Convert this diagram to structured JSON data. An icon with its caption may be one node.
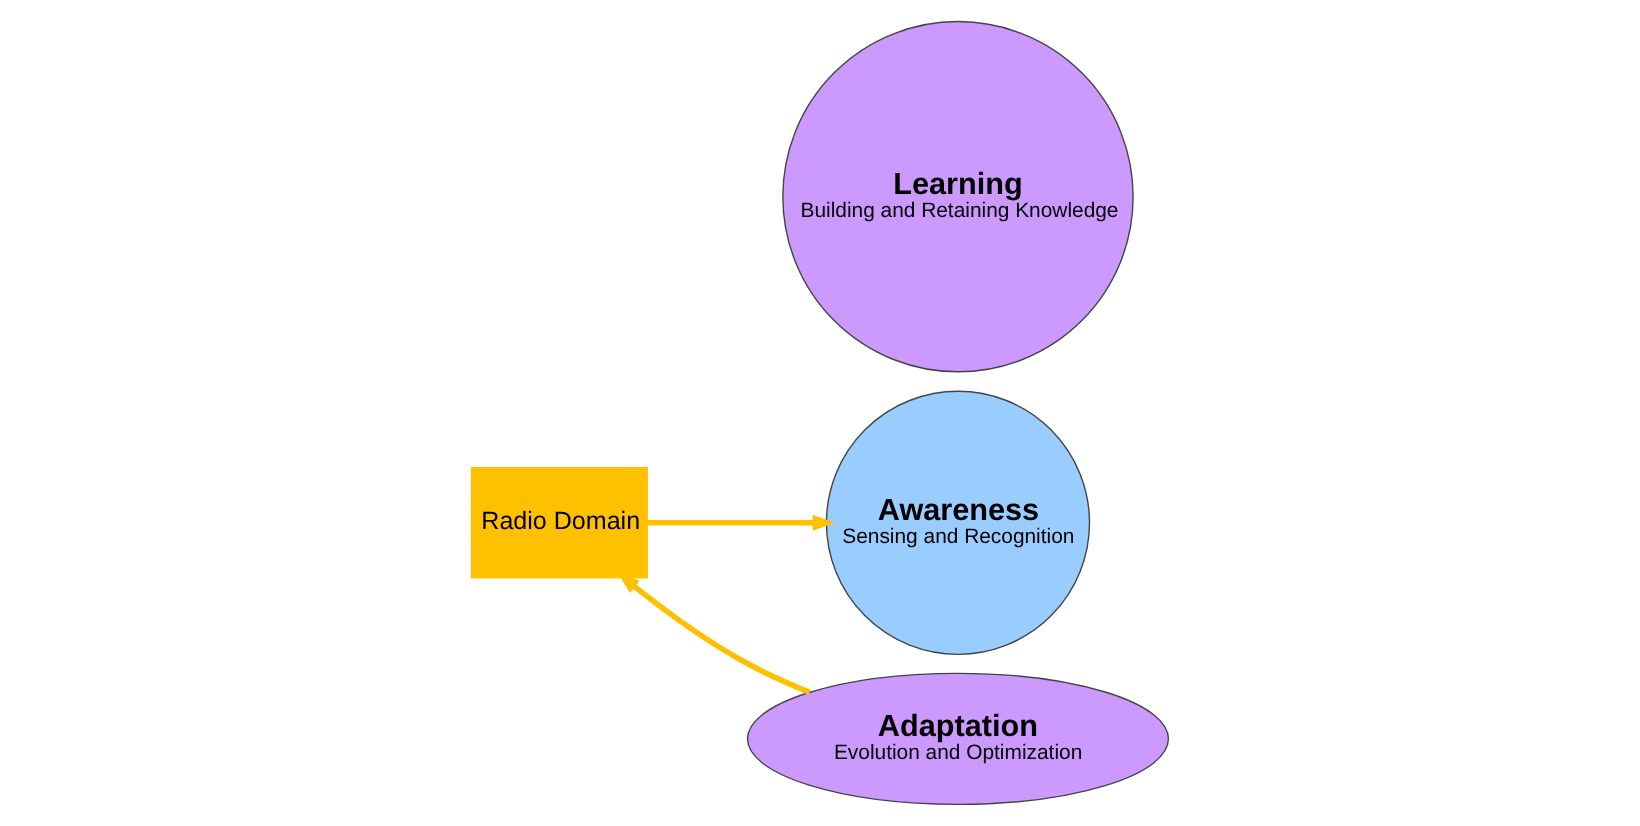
{
  "diagram": {
    "nodes": [
      {
        "text": [
          "Radio Domain"
        ]
      },
      {
        "text": [
          "Awareness",
          "Sensing and Recognition"
        ]
      },
      {
        "text": [
          "Learning",
          "Building and Retaining Knowledge"
        ]
      },
      {
        "text": [
          "Adaptation",
          "Evolution and Optimization"
        ]
      }
    ],
    "edges": [
      {
        "from": 0,
        "to": 1,
        "arrow": "to"
      },
      {
        "from": 3,
        "to": 0,
        "arrow": "to"
      }
    ]
  }
}
